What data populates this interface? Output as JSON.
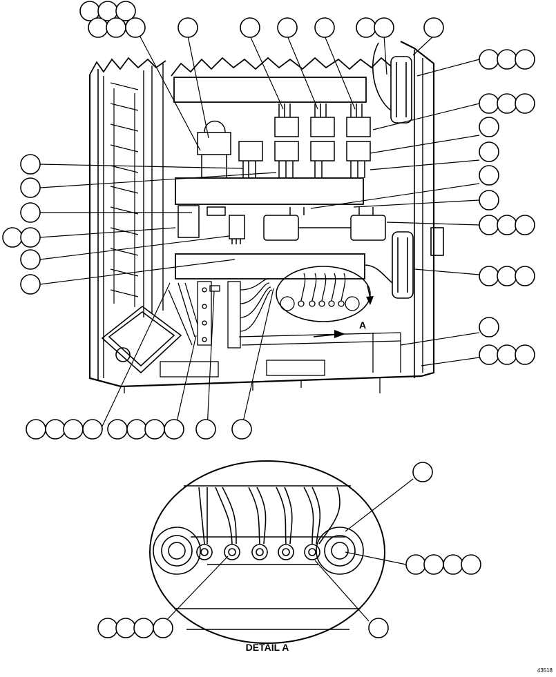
{
  "diagram": {
    "detail_marker": "A",
    "detail_caption": "DETAIL A",
    "figure_number": "43518"
  }
}
